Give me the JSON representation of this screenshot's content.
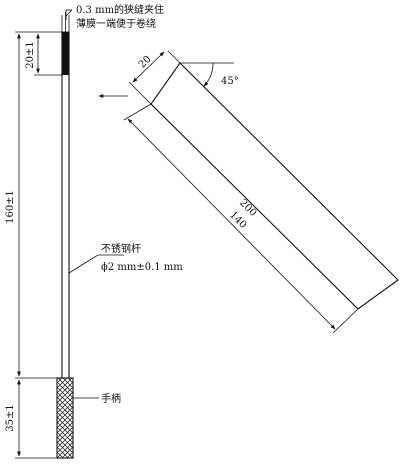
{
  "annotations": {
    "slit_line1": "0.3 mm的狭缝夹住",
    "slit_line2": "薄膜一端便于卷绕",
    "rod_name": "不锈钢杆",
    "rod_spec": "ϕ2 mm±0.1 mm",
    "handle": "手柄"
  },
  "dimensions": {
    "slit_length": "20±1",
    "total_length": "160±1",
    "handle_length": "35±1",
    "film_width": "20",
    "film_angle": "45°",
    "film_length_outer": "200",
    "film_length_inner": "140"
  },
  "symbols": {
    "arrow": "winding-direction-arrow"
  }
}
